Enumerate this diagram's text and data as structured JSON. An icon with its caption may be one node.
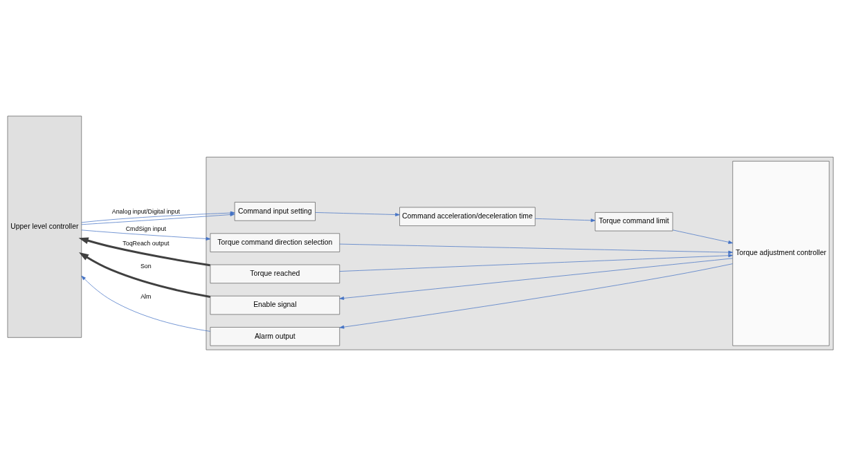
{
  "diagram": {
    "nodes": [
      {
        "text": [
          "Upper level controller"
        ]
      },
      {
        "text": [],
        "shape": "box"
      },
      {
        "text": [
          "Command input setting"
        ],
        "in": 1
      },
      {
        "text": [
          "Command acceleration/deceleration time"
        ],
        "in": 1
      },
      {
        "text": [
          "Torque command limit"
        ],
        "in": 1
      },
      {
        "text": [
          "Torque command direction selection"
        ],
        "in": 1
      },
      {
        "text": [
          "Torque reached"
        ],
        "in": 1
      },
      {
        "text": [
          "Enable signal"
        ],
        "in": 1
      },
      {
        "text": [
          "Alarm output"
        ],
        "in": 1
      },
      {
        "text": [
          "Torque adjustment controller"
        ],
        "in": 1
      }
    ],
    "edges": [
      {
        "from": 0,
        "to": 2,
        "arrow": "to",
        "label": "Analog input/Digital input"
      },
      {
        "from": 0,
        "to": 2,
        "arrow": "to"
      },
      {
        "from": 2,
        "to": 3,
        "arrow": "to"
      },
      {
        "from": 3,
        "to": 4,
        "arrow": "to"
      },
      {
        "from": 4,
        "to": 9,
        "arrow": "to"
      },
      {
        "from": 0,
        "to": 5,
        "arrow": "to",
        "label": "CmdSign input"
      },
      {
        "from": 5,
        "to": 9,
        "arrow": "to"
      },
      {
        "from": 6,
        "to": 0,
        "arrow": "to",
        "label": "ToqReach output",
        "style": "thick",
        "color": "#404040"
      },
      {
        "from": 6,
        "to": 9,
        "arrow": "to"
      },
      {
        "from": 7,
        "to": 0,
        "arrow": "to",
        "label": "Son",
        "style": "thick",
        "color": "#404040"
      },
      {
        "from": 9,
        "to": 7,
        "arrow": "to"
      },
      {
        "from": 9,
        "to": 8,
        "arrow": "to"
      },
      {
        "from": 8,
        "to": 0,
        "arrow": "to",
        "label": "Alm"
      }
    ]
  }
}
